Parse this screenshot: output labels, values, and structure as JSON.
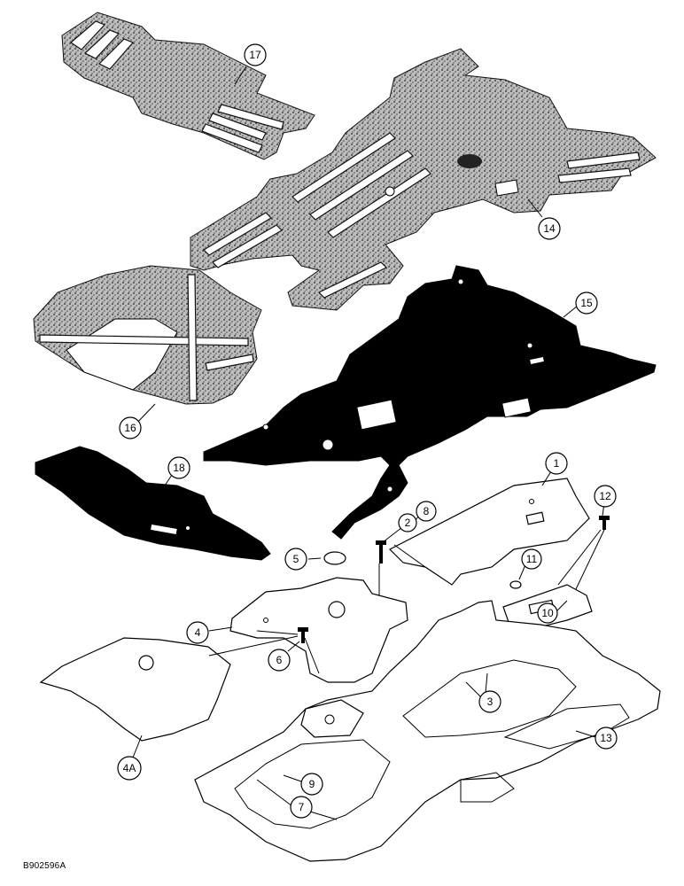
{
  "callouts": {
    "c1": "1",
    "c2": "2",
    "c3": "3",
    "c4": "4",
    "c4a": "4A",
    "c5": "5",
    "c6": "6",
    "c7": "7",
    "c8": "8",
    "c9": "9",
    "c10": "10",
    "c11": "11",
    "c12": "12",
    "c13": "13",
    "c14": "14",
    "c15": "15",
    "c16": "16",
    "c17": "17",
    "c18": "18"
  },
  "reference_code": "B902596A"
}
